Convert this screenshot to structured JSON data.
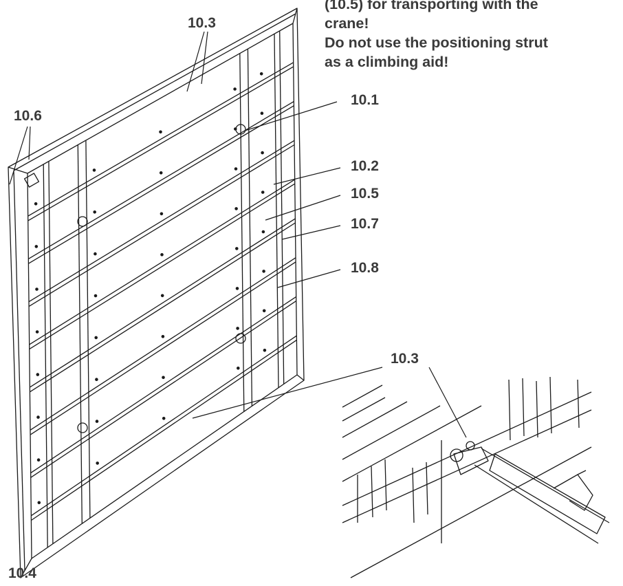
{
  "note": {
    "lines": [
      "(10.5) for transporting with the",
      "crane!",
      "Do not use the positioning strut",
      "as a climbing aid!"
    ],
    "color": "#3a3a3a"
  },
  "callouts": {
    "c_10_3_top": "10.3",
    "c_10_6": "10.6",
    "c_10_1": "10.1",
    "c_10_2": "10.2",
    "c_10_5": "10.5",
    "c_10_7": "10.7",
    "c_10_8": "10.8",
    "c_10_3_detail": "10.3",
    "c_10_4": "10.4"
  },
  "colors": {
    "line": "#1a1a1a",
    "label": "#3a3a3a"
  }
}
